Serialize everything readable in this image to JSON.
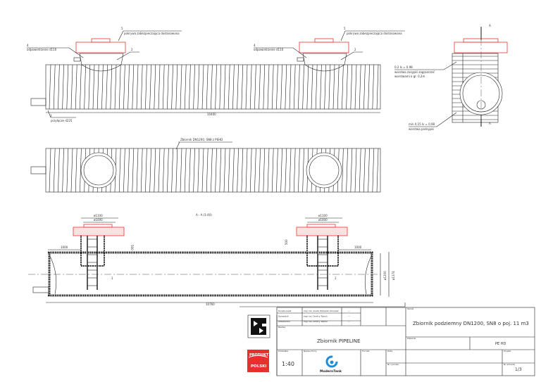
{
  "labels": {
    "cover": "5",
    "cover_text": "pokrywa zabezpieczająca dostosowana",
    "vent_no": "4",
    "vent_text": "odpowietrzenie d110",
    "riser_no": "2",
    "inlet_no": "3",
    "inlet_text": "przyłącze d225",
    "length": "10400",
    "tank_text": "Zbiornik DN1200, SN8 z PEHD",
    "section": "A - A (1:40)",
    "section_mark": "A",
    "ladder_no": "1",
    "d1100": "ø1100",
    "d1000": "ø1000",
    "h500": "500",
    "offset1000": "1000",
    "dn1200": "ø1200",
    "d1374": "ø1374",
    "total_length": "10760",
    "backfill_top": "0,2 Is = 0,98",
    "backfill_top_2": "warstwa zasypki zagęszczać",
    "backfill_top_3": "warstwami o gr. 0,2m",
    "bedding": "min 0,15 Is = 0,98",
    "bedding_2": "warstwa podsypki"
  },
  "title_block": {
    "rows": [
      {
        "role": "Konstruował",
        "name": "mgr inż. Aneta Witoszko-Śmiszek",
        "sign": "---"
      },
      {
        "role": "Sprawdził",
        "name": "mgr inż. Dmitry Tsaruk",
        "sign": "---"
      },
      {
        "role": "Zatwierdził",
        "name": "mgr inż. Dmitry Tsaruk",
        "sign": "---"
      }
    ],
    "name_label": "Nazwa",
    "name": "Zbiornik PIPELINE",
    "title_label": "Temat",
    "title": "Zbiornik podziemny DN1200, SN8 o poj. 11 m3",
    "material_label": "Materiał",
    "material": "PE HD",
    "scale_label": "Podziałka",
    "scale": "1:40",
    "company_label": "Nazwa firmy",
    "company": "ModernTank",
    "sheet_label": "Nr arkusza",
    "sheet": "1/3",
    "format_label": "Format",
    "doc_label": "Nr rysunku",
    "date_label": "Data",
    "project_label": "Projekt",
    "badge_line1": "PRODUKT",
    "badge_line2": "POLSKI"
  },
  "colors": {
    "red": "#e33333",
    "accent": "#1a8fd8"
  }
}
